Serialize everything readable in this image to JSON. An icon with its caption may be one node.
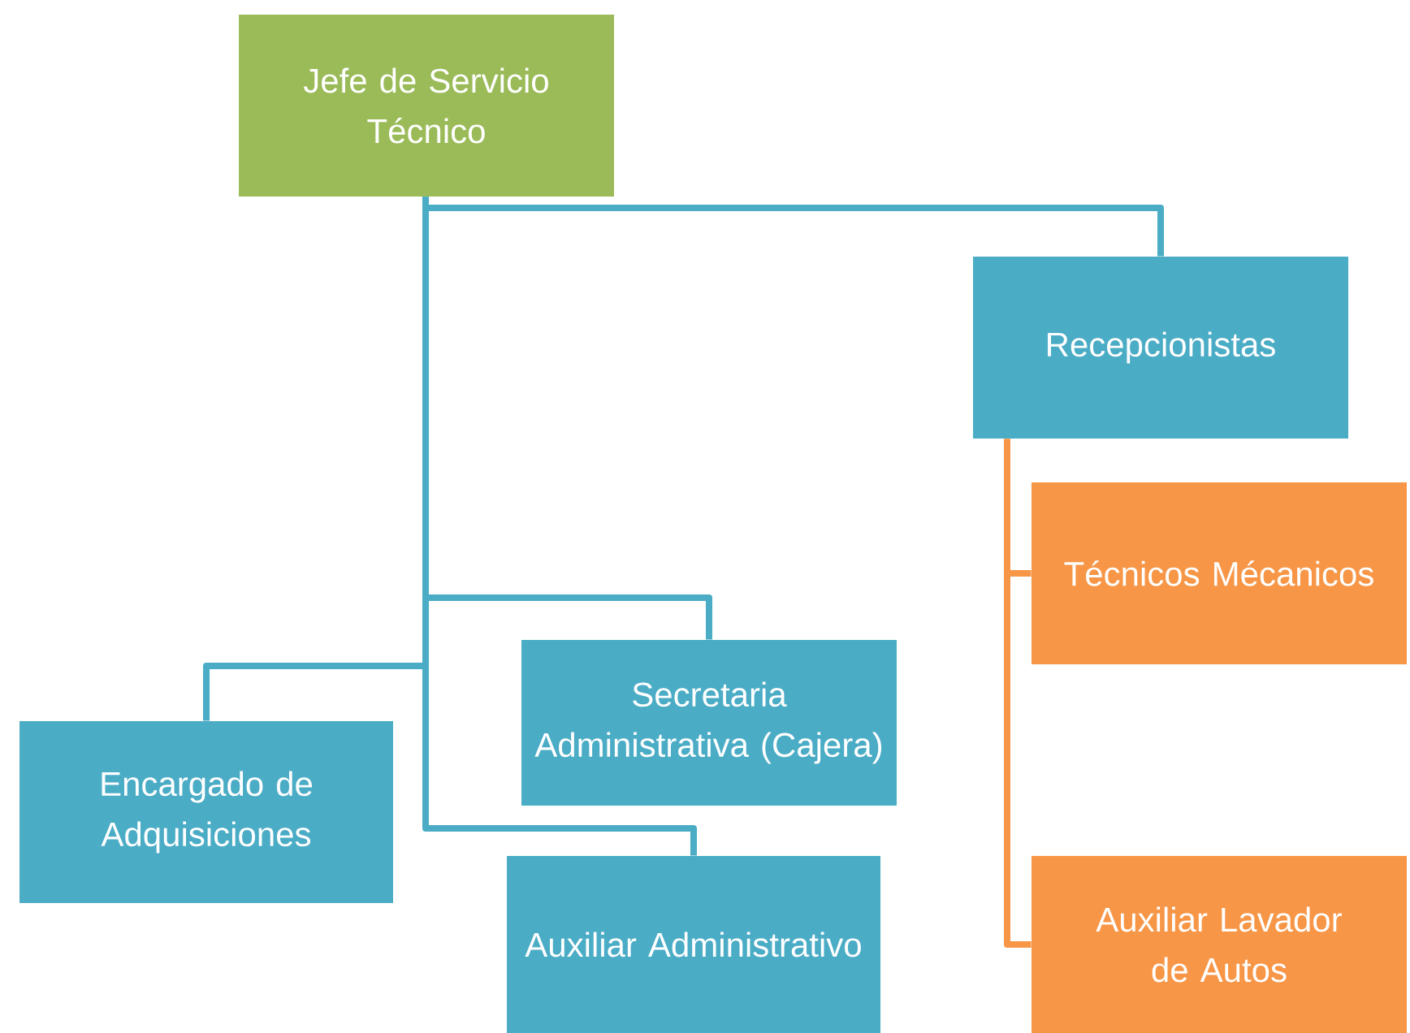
{
  "diagram": {
    "nodes": [
      {
        "text": [
          "Jefe de Servicio Técnico"
        ]
      },
      {
        "text": [
          "Recepcionistas"
        ]
      },
      {
        "text": [
          "Técnicos Mécanicos"
        ]
      },
      {
        "text": [
          "Secretaria Administrativa (Cajera)"
        ]
      },
      {
        "text": [
          "Encargado de Adquisiciones"
        ]
      },
      {
        "text": [
          "Auxiliar Lavador de Autos"
        ]
      },
      {
        "text": [
          "Auxiliar Administrativo"
        ]
      }
    ],
    "edges": [
      {
        "from": 0,
        "to": 1,
        "arrow": "none"
      },
      {
        "from": 0,
        "to": 3,
        "arrow": "none"
      },
      {
        "from": 0,
        "to": 4,
        "arrow": "none"
      },
      {
        "from": 0,
        "to": 6,
        "arrow": "none"
      },
      {
        "from": 1,
        "to": 2,
        "arrow": "none",
        "color": "#f79646"
      },
      {
        "from": 1,
        "to": 5,
        "arrow": "none",
        "color": "#f79646"
      }
    ]
  }
}
